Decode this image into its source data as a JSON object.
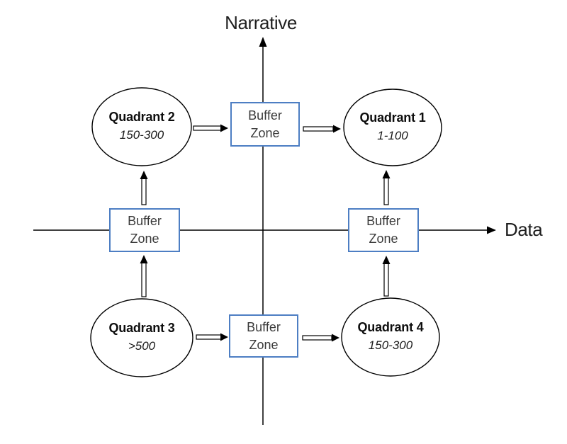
{
  "diagram": {
    "axes": {
      "vertical_label": "Narrative",
      "horizontal_label": "Data"
    },
    "quadrants": [
      {
        "name": "Quadrant 1",
        "range": "1-100"
      },
      {
        "name": "Quadrant 2",
        "range": "150-300"
      },
      {
        "name": "Quadrant 3",
        "range": ">500"
      },
      {
        "name": "Quadrant 4",
        "range": "150-300"
      }
    ],
    "buffer_zone_label": "Buffer Zone",
    "colors": {
      "box_border": "#4d7ec3",
      "shape_stroke": "#000000",
      "axis_stroke": "#000000",
      "body_text": "#3a3a3a",
      "quadrant_text": "#0d0d0d",
      "background": "#ffffff"
    }
  }
}
